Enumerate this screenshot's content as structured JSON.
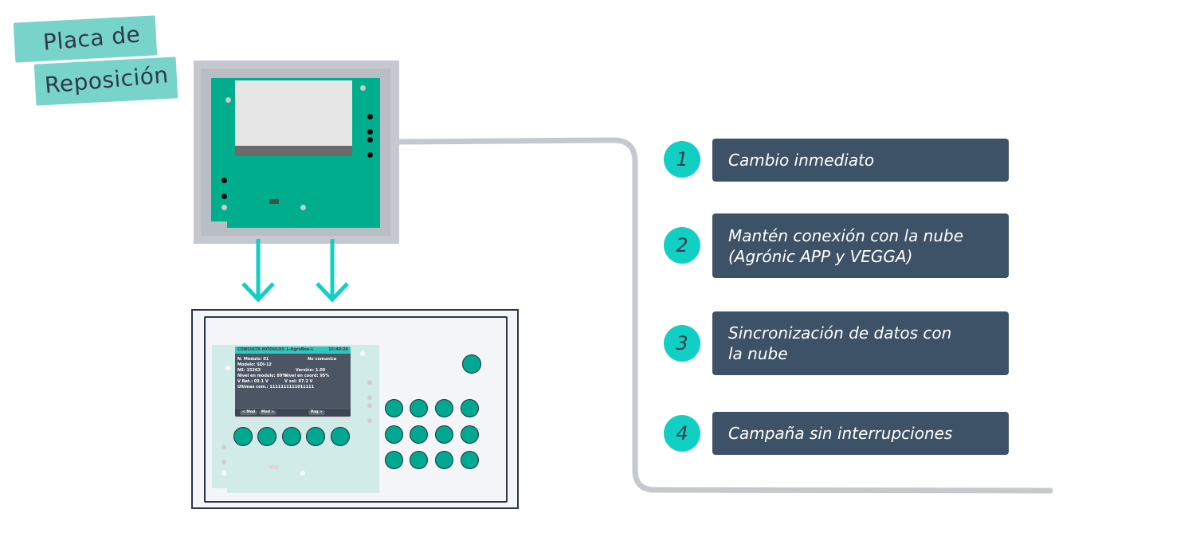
{
  "label": {
    "line1": "Placa de",
    "line2": "Reposición"
  },
  "colors": {
    "teal_tape": "#78d3cb",
    "pcb_green": "#00ad8d",
    "accent_teal": "#12cfc4",
    "feature_box": "#3d5266",
    "wire_gray": "#c5c8ce"
  },
  "lcd": {
    "title": "CONSULTA MÓDULOS 1-AgroBee-L",
    "time": "15:40:26",
    "lines": [
      {
        "left": "N. Modulo: 01",
        "right": "No comunica"
      },
      {
        "left": "Modelo: SDI-12",
        "right": ""
      },
      {
        "left": "NS: 15263",
        "right": "Versión: 1.00"
      },
      {
        "left": "Nivel en modulo: 89%",
        "right": "Nivel en coord: 95%"
      },
      {
        "left": "V Bat.: 03.1 V",
        "right": "V sol: 07.2 V"
      },
      {
        "left": "Ultimas com.: 1111111111011111",
        "right": ""
      }
    ],
    "buttons": [
      "< Mod",
      "Mod >",
      "Pag >"
    ]
  },
  "features": [
    {
      "number": "1",
      "text": "Cambio inmediato"
    },
    {
      "number": "2",
      "text_line1": "Mantén conexión con la nube",
      "text_line2": "(Agrónic APP y VEGGA)"
    },
    {
      "number": "3",
      "text_line1": "Sincronización de datos con",
      "text_line2": "la nube"
    },
    {
      "number": "4",
      "text": "Campaña sin interrupciones"
    }
  ]
}
